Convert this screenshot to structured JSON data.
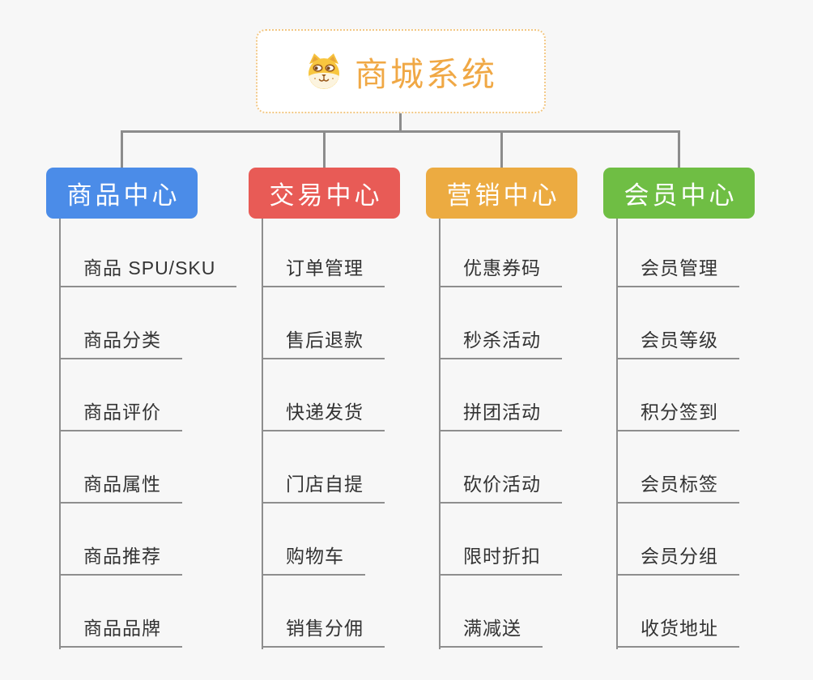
{
  "root": {
    "title": "商城系统",
    "icon": "dog-face-icon",
    "text_color": "#f0a845",
    "border_color": "#f2c784"
  },
  "colors": {
    "background": "#f7f7f7",
    "connector_gray": "#8c8c8c",
    "child_text": "#333333"
  },
  "branches": [
    {
      "label": "商品中心",
      "color": "#4b8ce8",
      "children": [
        "商品 SPU/SKU",
        "商品分类",
        "商品评价",
        "商品属性",
        "商品推荐",
        "商品品牌"
      ]
    },
    {
      "label": "交易中心",
      "color": "#e85b56",
      "children": [
        "订单管理",
        "售后退款",
        "快递发货",
        "门店自提",
        "购物车",
        "销售分佣"
      ]
    },
    {
      "label": "营销中心",
      "color": "#ecab41",
      "children": [
        "优惠券码",
        "秒杀活动",
        "拼团活动",
        "砍价活动",
        "限时折扣",
        "满减送"
      ]
    },
    {
      "label": "会员中心",
      "color": "#6fbe44",
      "children": [
        "会员管理",
        "会员等级",
        "积分签到",
        "会员标签",
        "会员分组",
        "收货地址"
      ]
    }
  ]
}
